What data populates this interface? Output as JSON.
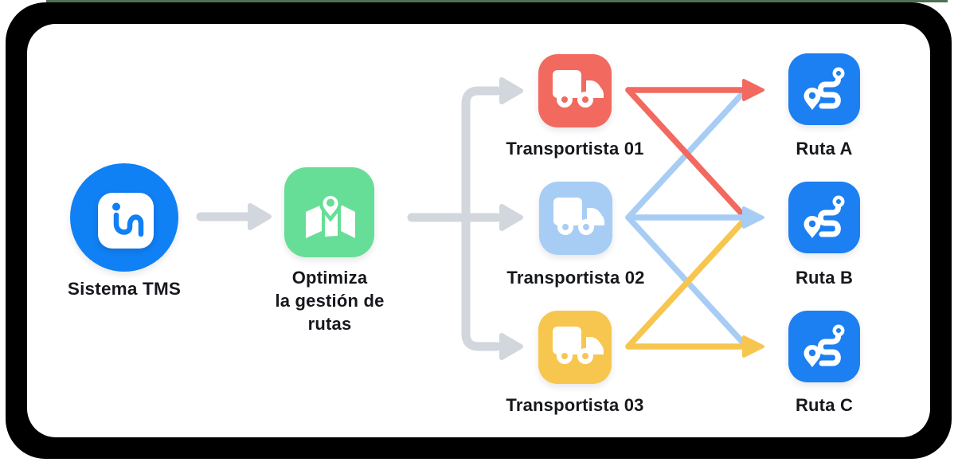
{
  "colors": {
    "frame": "#000000",
    "card": "#FFFFFF",
    "top_sliver": "#4D7152",
    "text": "#16181D",
    "gray_arrow": "#D2D6DD",
    "brand_blue": "#1080F5",
    "green": "#67DE97",
    "red": "#F2695F",
    "light_blue": "#A8CDF5",
    "yellow": "#F7C64F",
    "route_blue": "#1C7FF2"
  },
  "flow": {
    "source": {
      "label": "Sistema TMS",
      "icon": "in-logo-icon",
      "color": "#1080F5"
    },
    "process": {
      "label_lines": [
        "Optimiza",
        "la gestión de",
        "rutas"
      ],
      "icon": "map-pin-icon",
      "color": "#67DE97"
    },
    "carriers": [
      {
        "label": "Transportista 01",
        "icon": "truck-icon",
        "color": "#F2695F"
      },
      {
        "label": "Transportista 02",
        "icon": "truck-icon",
        "color": "#A8CDF5"
      },
      {
        "label": "Transportista 03",
        "icon": "truck-icon",
        "color": "#F7C64F"
      }
    ],
    "routes": [
      {
        "label": "Ruta A",
        "icon": "route-icon",
        "color": "#1C7FF2"
      },
      {
        "label": "Ruta B",
        "icon": "route-icon",
        "color": "#1C7FF2"
      },
      {
        "label": "Ruta C",
        "icon": "route-icon",
        "color": "#1C7FF2"
      }
    ],
    "connections": [
      {
        "from": "Sistema TMS",
        "to": "Optimiza la gestión de rutas",
        "color": "#D2D6DD"
      },
      {
        "from": "Optimiza la gestión de rutas",
        "to": "Transportista 01",
        "color": "#D2D6DD"
      },
      {
        "from": "Optimiza la gestión de rutas",
        "to": "Transportista 02",
        "color": "#D2D6DD"
      },
      {
        "from": "Optimiza la gestión de rutas",
        "to": "Transportista 03",
        "color": "#D2D6DD"
      },
      {
        "from": "Transportista 01",
        "to": "Ruta A",
        "color": "#F2695F"
      },
      {
        "from": "Transportista 01",
        "to": "Ruta B",
        "color": "#F2695F"
      },
      {
        "from": "Transportista 02",
        "to": "Ruta A",
        "color": "#A8CDF5"
      },
      {
        "from": "Transportista 02",
        "to": "Ruta B",
        "color": "#A8CDF5"
      },
      {
        "from": "Transportista 02",
        "to": "Ruta C",
        "color": "#A8CDF5"
      },
      {
        "from": "Transportista 03",
        "to": "Ruta B",
        "color": "#F7C64F"
      },
      {
        "from": "Transportista 03",
        "to": "Ruta C",
        "color": "#F7C64F"
      }
    ]
  }
}
